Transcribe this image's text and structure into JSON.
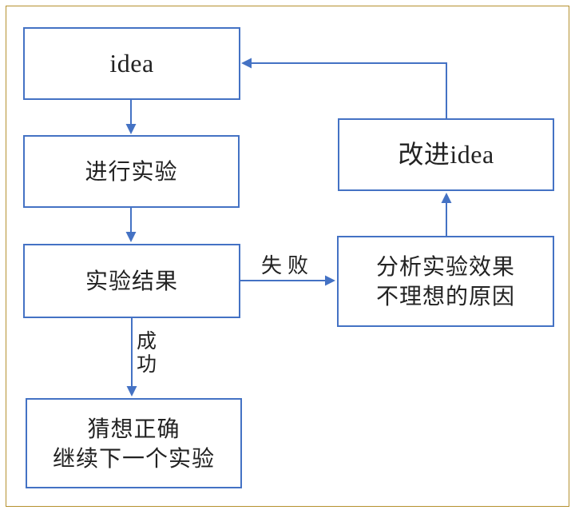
{
  "colors": {
    "connector": "#4472C4",
    "box_border": "#4472C4",
    "frame_border": "#B5912F",
    "text": "#222222",
    "background": "#FFFFFF"
  },
  "flowchart": {
    "nodes": {
      "idea": {
        "label": "idea"
      },
      "do_experiment": {
        "label": "进行实验"
      },
      "experiment_result": {
        "label": "实验结果"
      },
      "guess_correct": {
        "line1": "猜想正确",
        "line2": "继续下一个实验"
      },
      "improve_idea": {
        "label": "改进idea"
      },
      "analyze_failure": {
        "line1": "分析实验效果",
        "line2": "不理想的原因"
      }
    },
    "edge_labels": {
      "failure": "失败",
      "success_char1": "成",
      "success_char2": "功"
    }
  }
}
